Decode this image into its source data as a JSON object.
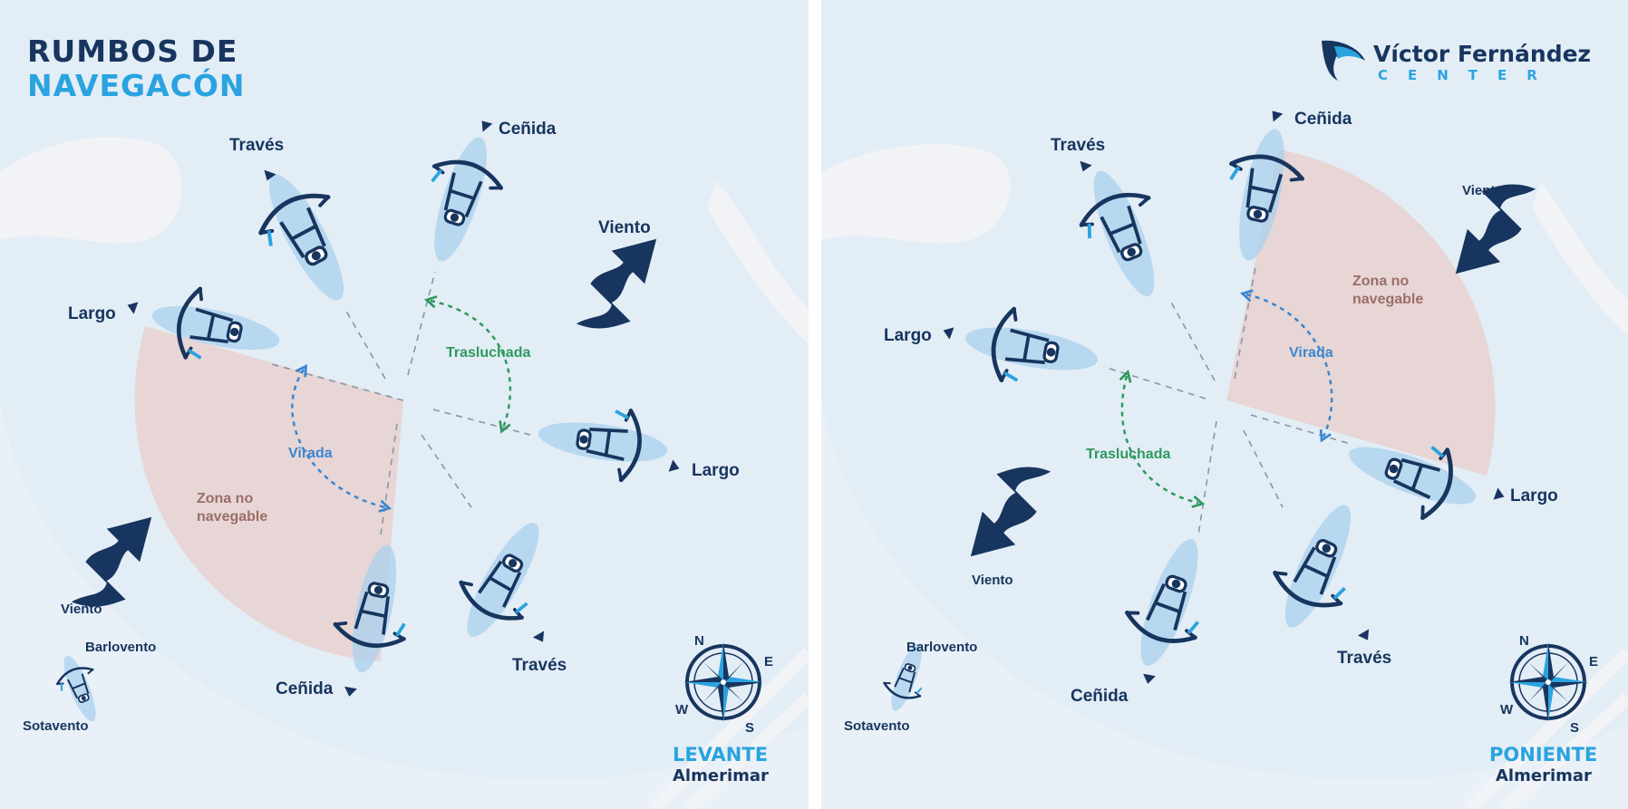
{
  "title": {
    "line1": "RUMBOS DE",
    "line2": "NAVEGACÓN"
  },
  "brand": {
    "name": "Víctor Fernández",
    "sub": "CENTER"
  },
  "left": {
    "labels": {
      "traves_top": "Través",
      "cenida_top": "Ceñida",
      "viento": "Viento",
      "largo_left": "Largo",
      "trasluchada": "Trasluchada",
      "largo_right": "Largo",
      "virada": "Virada",
      "zona1": "Zona no",
      "zona2": "navegable",
      "viento_bottom": "Viento",
      "barlovento": "Barlovento",
      "sotavento": "Sotavento",
      "cenida_bottom": "Ceñida",
      "traves_bottom": "Través"
    },
    "place": {
      "name": "LEVANTE",
      "town": "Almerimar"
    }
  },
  "right": {
    "labels": {
      "traves_top": "Través",
      "cenida_top": "Ceñida",
      "viento": "Viento",
      "zona1": "Zona no",
      "zona2": "navegable",
      "largo_left": "Largo",
      "virada": "Virada",
      "trasluchada": "Trasluchada",
      "largo_right": "Largo",
      "viento_bottom": "Viento",
      "barlovento": "Barlovento",
      "sotavento": "Sotavento",
      "cenida_bottom": "Ceñida",
      "traves_bottom": "Través"
    },
    "place": {
      "name": "PONIENTE",
      "town": "Almerimar"
    }
  },
  "compass_letters": {
    "n": "N",
    "e": "E",
    "s": "S",
    "w": "W"
  },
  "colors": {
    "water": "#e3edf6",
    "navy": "#17355e",
    "accent": "#2aa3e0",
    "zone": "#e7d3d2",
    "virada": "#3a86d0",
    "trasluchada": "#2e9a5e"
  },
  "icons": {
    "wind": "wind-arrow-icon",
    "boat": "sailboat-icon",
    "compass": "compass-rose-icon",
    "logo": "sail-logo-icon"
  }
}
